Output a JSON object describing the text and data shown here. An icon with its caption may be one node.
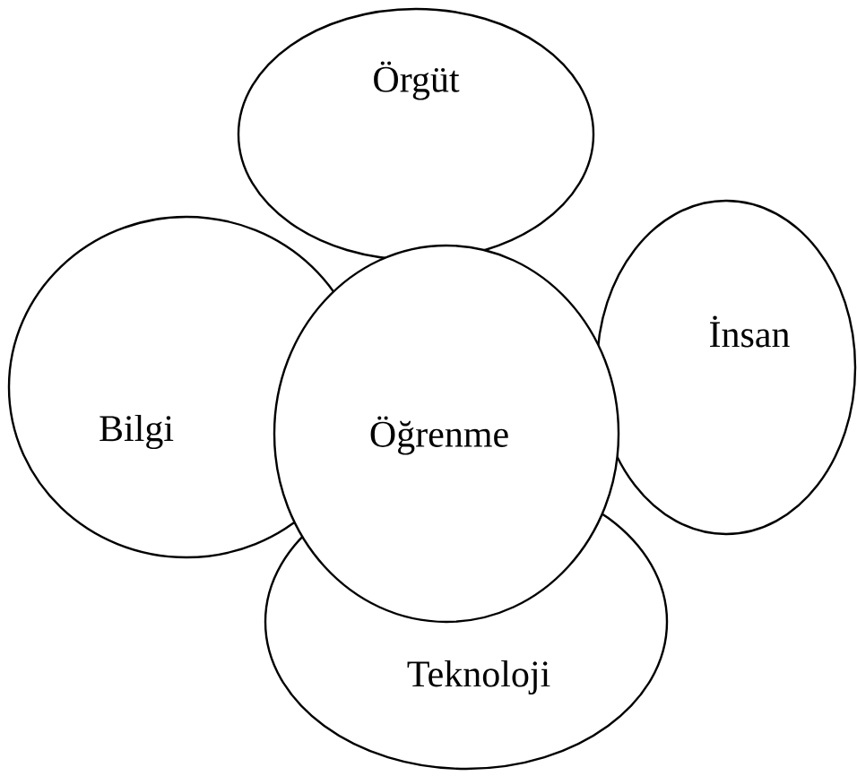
{
  "diagram": {
    "nodes": [
      {
        "text": [
          "Örgüt"
        ]
      },
      {
        "text": [
          "İnsan"
        ]
      },
      {
        "text": [
          "Bilgi"
        ]
      },
      {
        "text": [
          "Öğrenme"
        ]
      },
      {
        "text": [
          "Teknoloji"
        ]
      }
    ]
  }
}
